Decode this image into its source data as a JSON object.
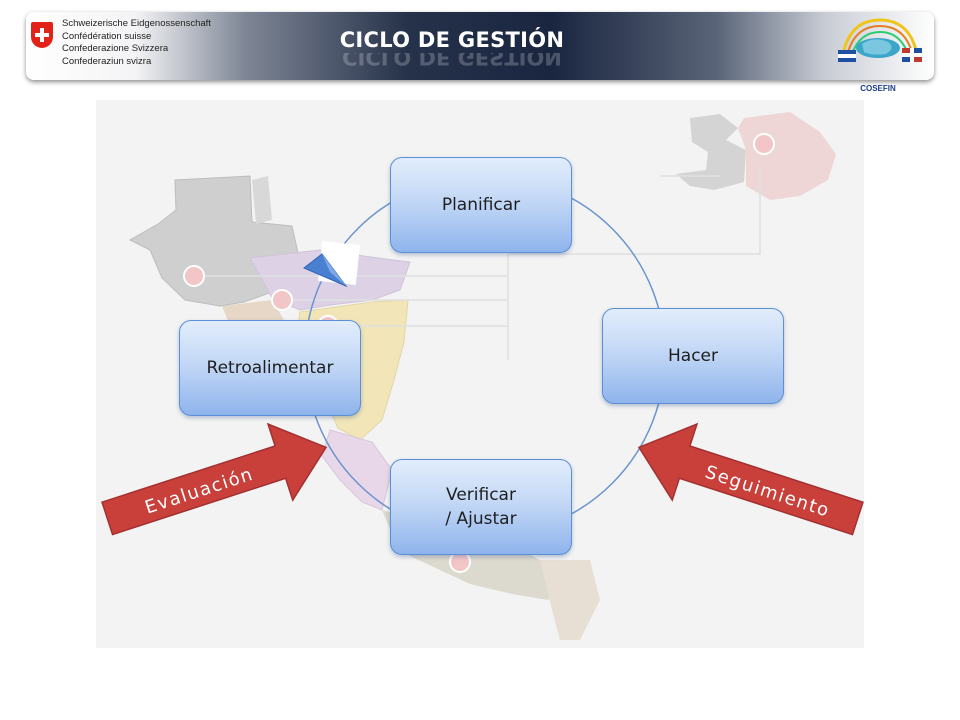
{
  "header": {
    "title": "CICLO DE GESTIÓN",
    "swiss_names": [
      "Schweizerische Eidgenossenschaft",
      "Confédération suisse",
      "Confederazione Svizzera",
      "Confederaziun svizra"
    ],
    "partner_logo_text": "COSEFIN"
  },
  "cycle": {
    "steps": [
      {
        "label": "Planificar"
      },
      {
        "label": "Hacer"
      },
      {
        "label": "Verificar\n/ Ajustar"
      },
      {
        "label": "Retroalimentar"
      }
    ]
  },
  "arrows": {
    "left": "Evaluación",
    "right": "Seguimiento"
  },
  "colors": {
    "step_fill": "#c3d8f6",
    "step_border": "#5b8fd6",
    "arrow_fill": "#c9403b",
    "header_dark": "#1a2540",
    "cycle_line": "#6a94cf"
  }
}
